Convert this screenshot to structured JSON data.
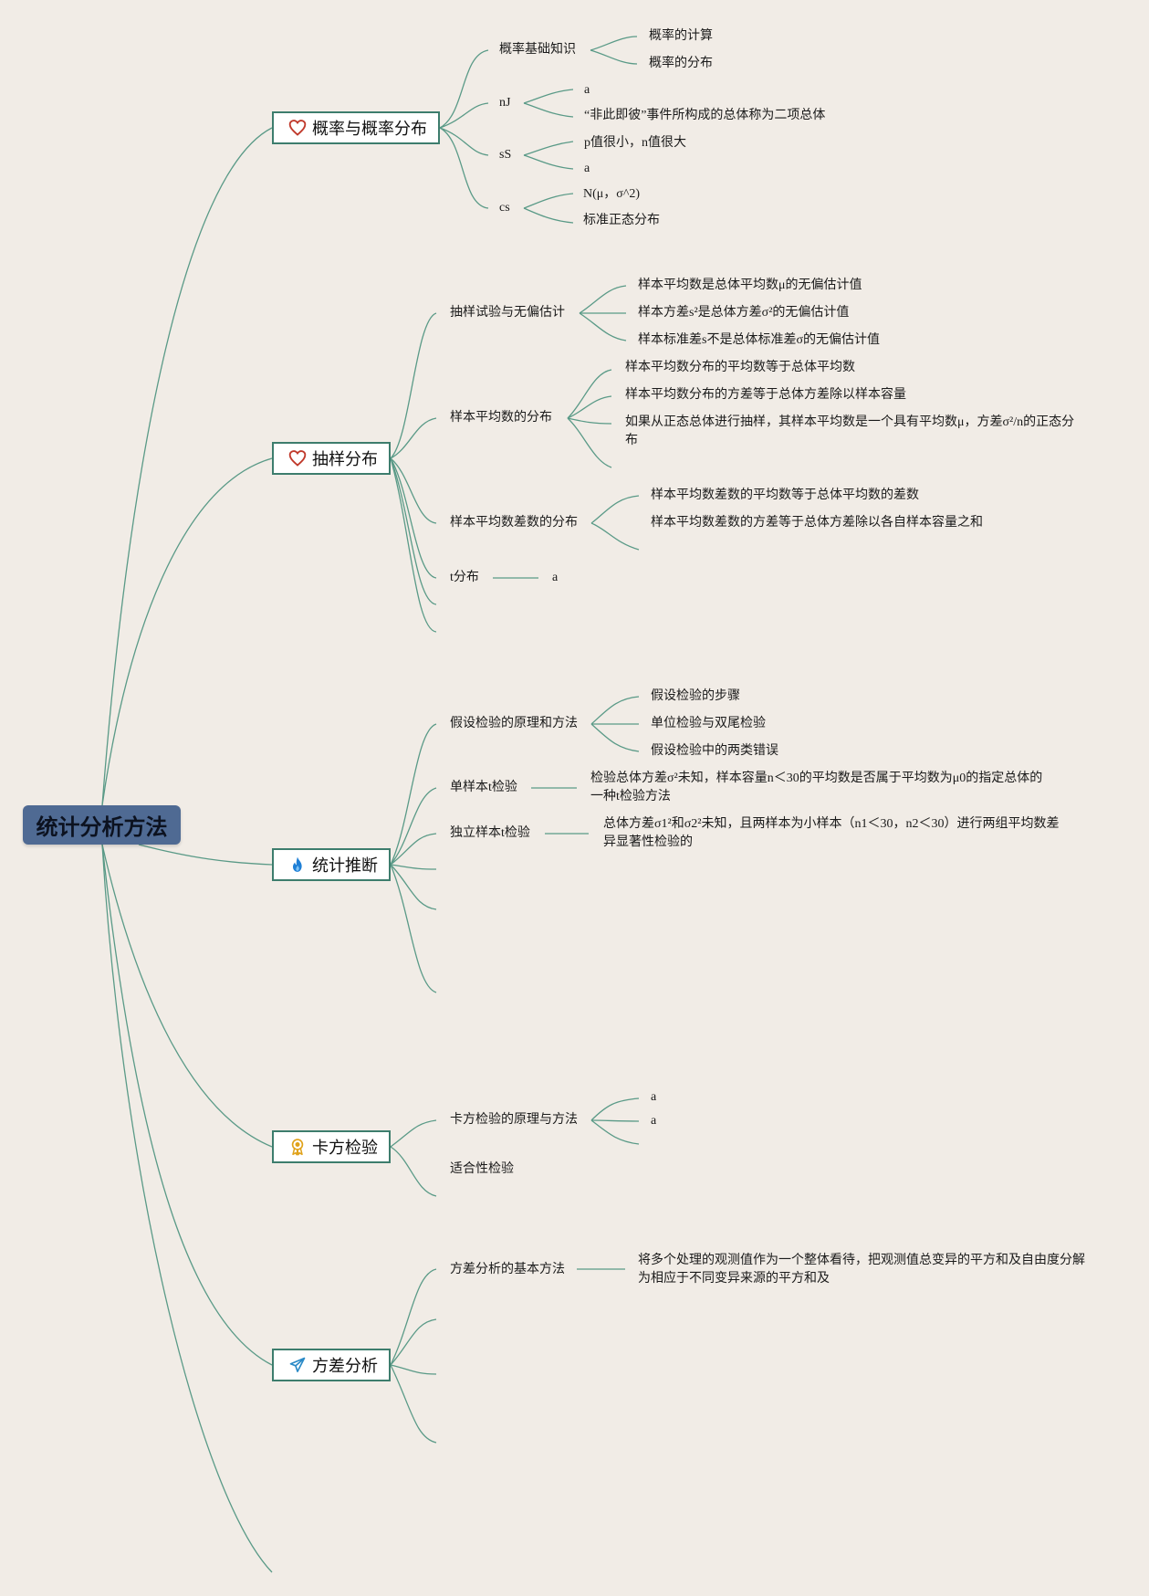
{
  "root": "统计分析方法",
  "branches": {
    "probability": {
      "label": "概率与概率分布",
      "icon": "heart-icon",
      "subtopics": {
        "basics": {
          "label": "概率基础知识",
          "items": [
            "概率的计算",
            "概率的分布"
          ]
        },
        "nj": {
          "label": "nJ",
          "items": [
            "a",
            "“非此即彼”事件所构成的总体称为二项总体"
          ]
        },
        "ss": {
          "label": "sS",
          "items": [
            "p值很小，n值很大",
            "a"
          ]
        },
        "cs": {
          "label": "cs",
          "items": [
            "N(μ，σ^2)",
            "标准正态分布"
          ]
        }
      }
    },
    "sampling": {
      "label": "抽样分布",
      "icon": "heart-icon",
      "subtopics": {
        "unbiased": {
          "label": "抽样试验与无偏估计",
          "items": [
            "样本平均数是总体平均数μ的无偏估计值",
            "样本方差s²是总体方差σ²的无偏估计值",
            "样本标准差s不是总体标准差σ的无偏估计值"
          ]
        },
        "mean_dist": {
          "label": "样本平均数的分布",
          "items": [
            "样本平均数分布的平均数等于总体平均数",
            "样本平均数分布的方差等于总体方差除以样本容量",
            "如果从正态总体进行抽样，其样本平均数是一个具有平均数μ，方差σ²/n的正态分布"
          ]
        },
        "diff_dist": {
          "label": "样本平均数差数的分布",
          "items": [
            "样本平均数差数的平均数等于总体平均数的差数",
            "样本平均数差数的方差等于总体方差除以各自样本容量之和"
          ]
        },
        "t_dist": {
          "label": "t分布",
          "items": [
            "a"
          ]
        }
      }
    },
    "inference": {
      "label": "统计推断",
      "icon": "flame-icon",
      "subtopics": {
        "hypothesis": {
          "label": "假设检验的原理和方法",
          "items": [
            "假设检验的步骤",
            "单位检验与双尾检验",
            "假设检验中的两类错误"
          ]
        },
        "one_sample": {
          "label": "单样本t检验",
          "items": [
            "检验总体方差σ²未知，样本容量n＜30的平均数是否属于平均数为μ0的指定总体的一种t检验方法"
          ]
        },
        "independent": {
          "label": "独立样本t检验",
          "items": [
            "总体方差σ1²和σ2²未知，且两样本为小样本（n1＜30，n2＜30）进行两组平均数差异显著性检验的"
          ]
        }
      }
    },
    "chisquare": {
      "label": "卡方检验",
      "icon": "award-ribbon-icon",
      "subtopics": {
        "principle": {
          "label": "卡方检验的原理与方法",
          "items": [
            "a",
            "a"
          ]
        },
        "fit": {
          "label": "适合性检验",
          "items": []
        }
      }
    },
    "anova": {
      "label": "方差分析",
      "icon": "paper-plane-icon",
      "subtopics": {
        "basic": {
          "label": "方差分析的基本方法",
          "items": [
            "将多个处理的观测值作为一个整体看待，把观测值总变异的平方和及自由度分解为相应于不同变异来源的平方和及"
          ]
        }
      }
    }
  },
  "colors": {
    "background": "#f1ece6",
    "connector": "#5a9a87",
    "root_fill": "#4f6a93",
    "branch_border": "#3d7d6d",
    "heart": "#c0392b",
    "flame": "#1e7fd6",
    "award": "#e0a21a",
    "plane": "#2a8ac7"
  }
}
